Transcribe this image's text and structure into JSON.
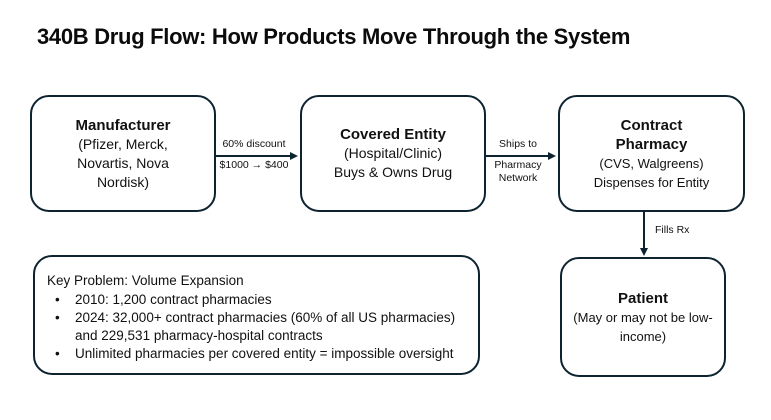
{
  "title": "340B Drug Flow: How Products Move Through the System",
  "theme": {
    "background": "#ffffff",
    "stroke": "#0d2430",
    "text": "#111111",
    "title_color": "#0b0b0b"
  },
  "nodes": [
    {
      "id": "manufacturer",
      "title": "Manufacturer",
      "lines": [
        "(Pfizer, Merck,",
        "Novartis, Nova",
        "Nordisk)"
      ]
    },
    {
      "id": "covered-entity",
      "title": "Covered Entity",
      "lines": [
        "(Hospital/Clinic)",
        "Buys & Owns Drug"
      ]
    },
    {
      "id": "contract-pharmacy",
      "title_lines": [
        "Contract",
        "Pharmacy"
      ],
      "lines": [
        "(CVS, Walgreens)",
        "Dispenses for Entity"
      ]
    },
    {
      "id": "patient",
      "title": "Patient",
      "lines": [
        "(May or may not be low-",
        "income)"
      ]
    }
  ],
  "edges": [
    {
      "id": "manufacturer-to-covered-entity",
      "label_above": "60% discount",
      "label_below": "$1000 → $400"
    },
    {
      "id": "covered-entity-to-contract-pharmacy",
      "label_above": "Ships to",
      "label_below_line1": "Pharmacy",
      "label_below_line2": "Network"
    },
    {
      "id": "contract-pharmacy-to-patient",
      "label": "Fills Rx"
    }
  ],
  "key_problem": {
    "heading": "Key Problem: Volume Expansion",
    "bullet_char": "•",
    "bullets": [
      [
        "2010: 1,200 contract pharmacies"
      ],
      [
        "2024: 32,000+ contract pharmacies (60% of all US pharmacies)",
        "and 229,531 pharmacy-hospital contracts"
      ],
      [
        "Unlimited pharmacies per covered entity = impossible oversight"
      ]
    ]
  }
}
